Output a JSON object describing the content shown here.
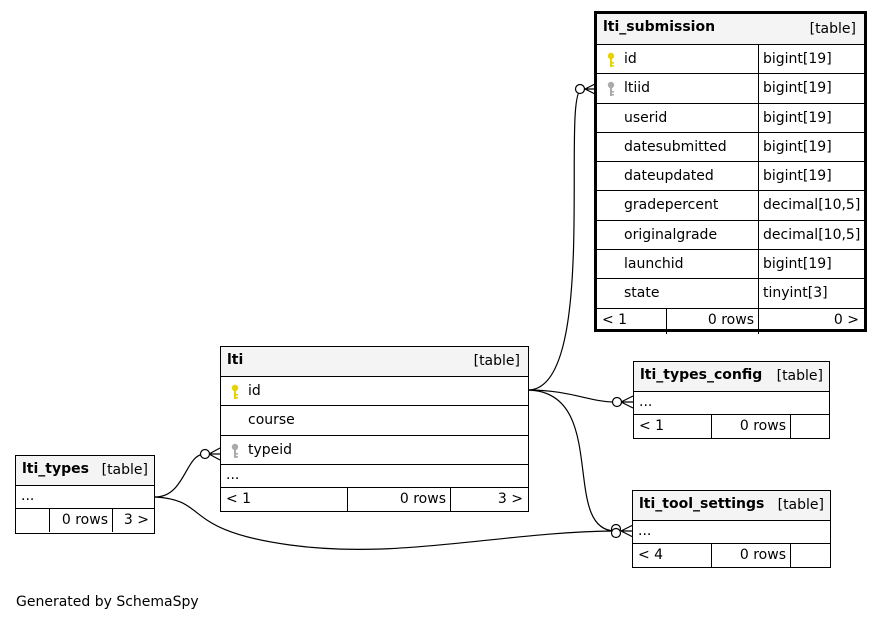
{
  "tables": {
    "lti_submission": {
      "name": "lti_submission",
      "kind": "[table]",
      "columns": [
        {
          "name": "id",
          "type": "bigint[19]",
          "key": "primary"
        },
        {
          "name": "ltiid",
          "type": "bigint[19]",
          "key": "foreign"
        },
        {
          "name": "userid",
          "type": "bigint[19]",
          "key": ""
        },
        {
          "name": "datesubmitted",
          "type": "bigint[19]",
          "key": ""
        },
        {
          "name": "dateupdated",
          "type": "bigint[19]",
          "key": ""
        },
        {
          "name": "gradepercent",
          "type": "decimal[10,5]",
          "key": ""
        },
        {
          "name": "originalgrade",
          "type": "decimal[10,5]",
          "key": ""
        },
        {
          "name": "launchid",
          "type": "bigint[19]",
          "key": ""
        },
        {
          "name": "state",
          "type": "tinyint[3]",
          "key": ""
        }
      ],
      "footer": {
        "parents": "< 1",
        "rows": "0 rows",
        "children": "0 >"
      }
    },
    "lti": {
      "name": "lti",
      "kind": "[table]",
      "columns": [
        {
          "name": "id",
          "type": "",
          "key": "primary"
        },
        {
          "name": "course",
          "type": "",
          "key": ""
        },
        {
          "name": "typeid",
          "type": "",
          "key": "foreign"
        }
      ],
      "more": "...",
      "footer": {
        "parents": "< 1",
        "rows": "0 rows",
        "children": "3 >"
      }
    },
    "lti_types": {
      "name": "lti_types",
      "kind": "[table]",
      "more": "...",
      "footer": {
        "parents": "",
        "rows": "0 rows",
        "children": "3 >"
      }
    },
    "lti_types_config": {
      "name": "lti_types_config",
      "kind": "[table]",
      "more": "...",
      "footer": {
        "parents": "< 1",
        "rows": "0 rows",
        "children": ""
      }
    },
    "lti_tool_settings": {
      "name": "lti_tool_settings",
      "kind": "[table]",
      "more": "...",
      "footer": {
        "parents": "< 4",
        "rows": "0 rows",
        "children": ""
      }
    }
  },
  "relationships": [
    {
      "from": "lti.id",
      "to": "lti_submission.ltiid"
    },
    {
      "from": "lti.id",
      "to": "lti_types_config"
    },
    {
      "from": "lti.id",
      "to": "lti_tool_settings"
    },
    {
      "from": "lti_types",
      "to": "lti.typeid"
    },
    {
      "from": "lti_types",
      "to": "lti_tool_settings"
    }
  ],
  "colors": {
    "primary_key": "#e6d300",
    "foreign_key": "#aaaaaa",
    "header_bg": "#f4f4f4"
  },
  "generated_by": "Generated by SchemaSpy"
}
